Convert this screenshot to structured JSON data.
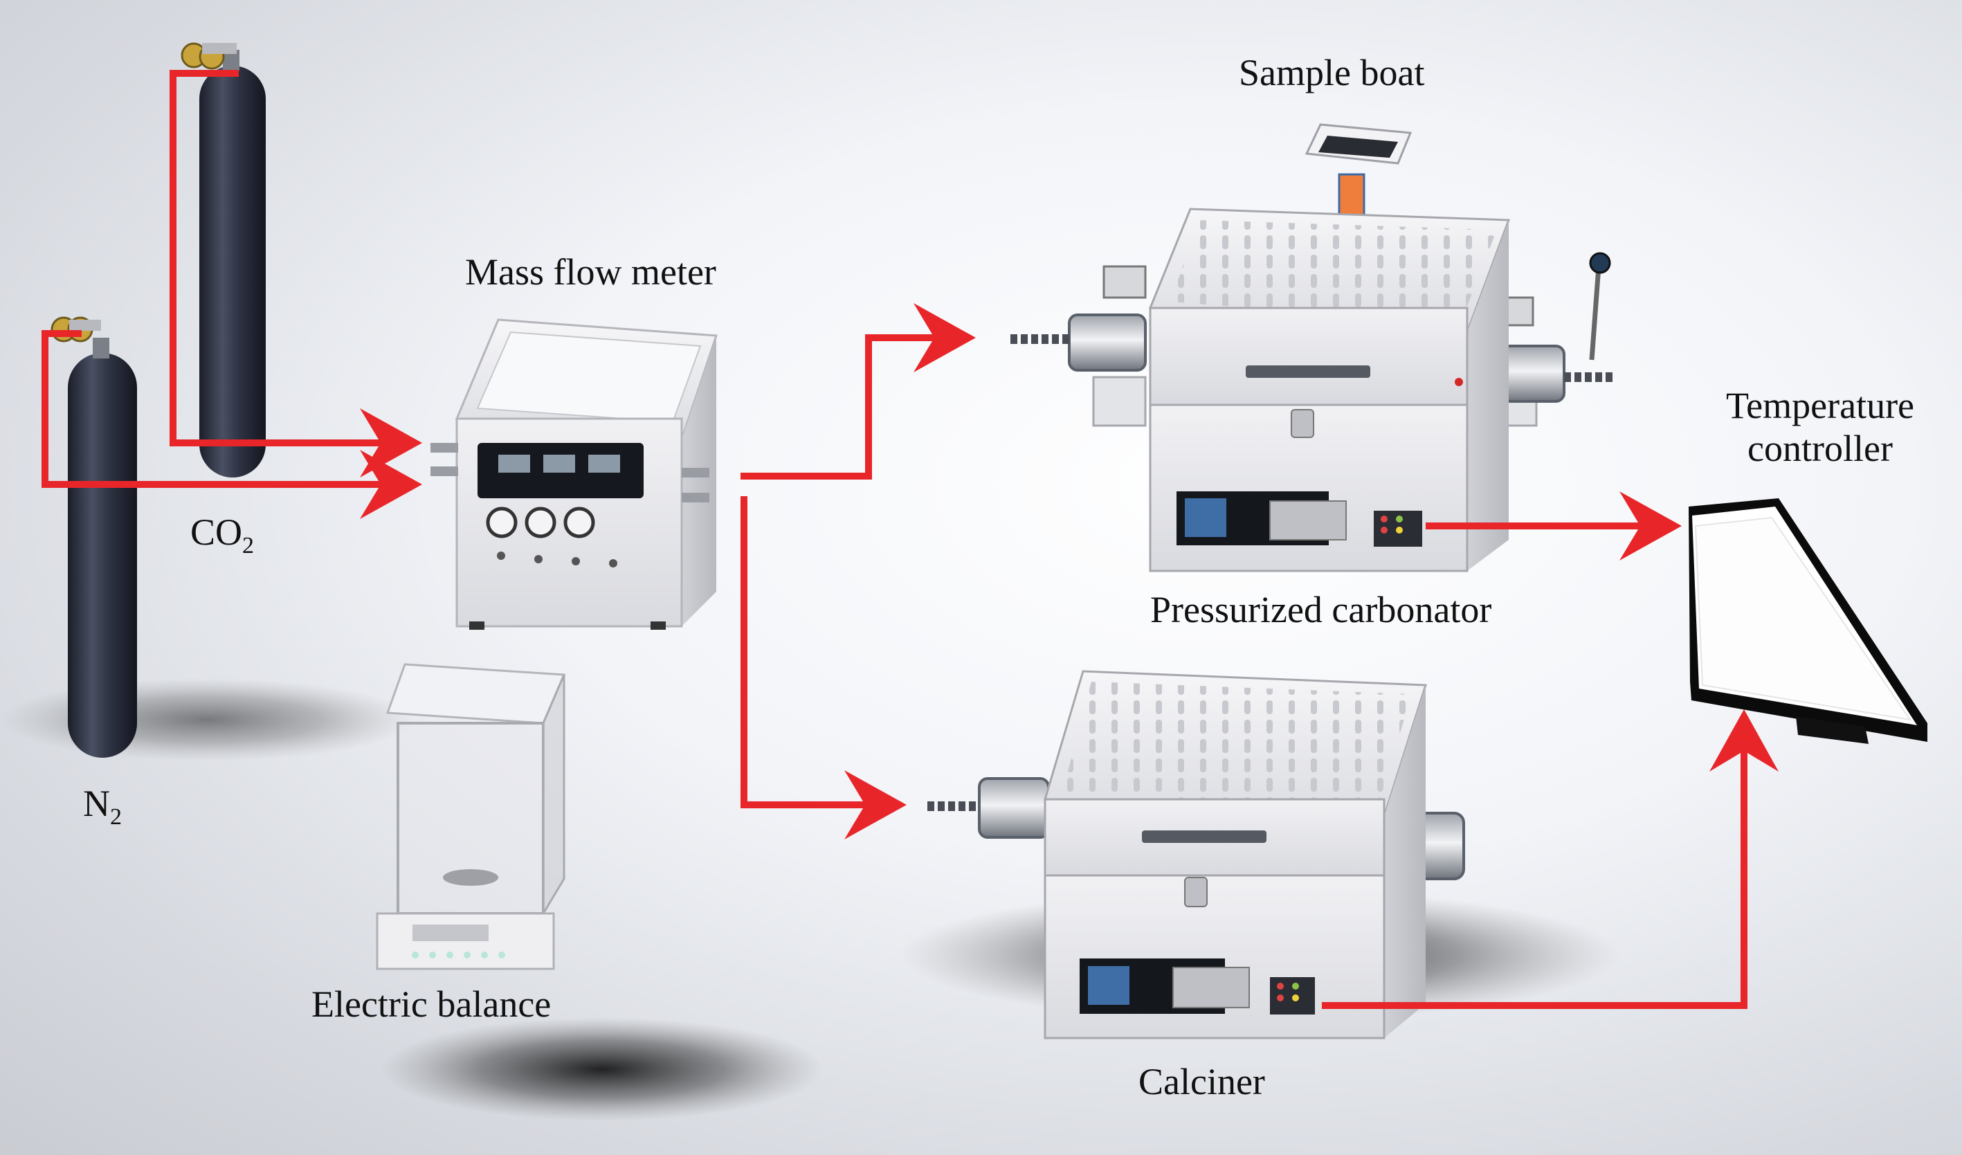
{
  "labels": {
    "sample_boat": "Sample boat",
    "mass_flow_meter": "Mass flow meter",
    "temperature_controller": [
      "Temperature",
      "controller"
    ],
    "co2": {
      "main": "CO",
      "sub": "2"
    },
    "n2": {
      "main": "N",
      "sub": "2"
    },
    "pressurized_carbonator": "Pressurized carbonator",
    "electric_balance": "Electric balance",
    "calciner": "Calciner"
  },
  "colors": {
    "flow_line": "#e8262a",
    "cylinder": "#2b2f3d",
    "equipment_body": "#e8e8ec",
    "control_panel": "#14171c",
    "monitor_frame": "#0b0b0b",
    "sample_arrow": "#ef7d3c"
  },
  "icons": [
    "gas-cylinder-co2-icon",
    "gas-cylinder-n2-icon",
    "mass-flow-meter-icon",
    "tube-furnace-icon",
    "electric-balance-icon",
    "monitor-icon",
    "sample-boat-icon"
  ]
}
